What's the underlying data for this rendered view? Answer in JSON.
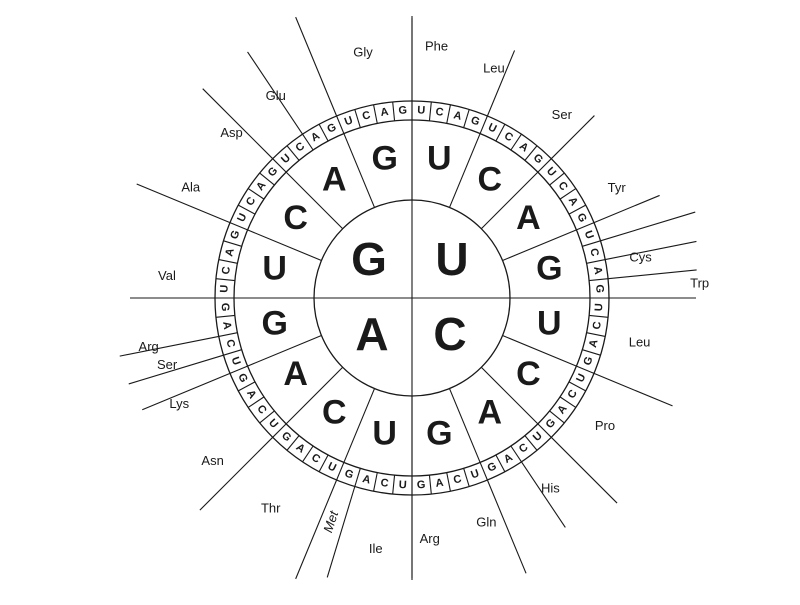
{
  "inner_ring": {
    "top_left": "G",
    "top_right": "U",
    "bottom_left": "A",
    "bottom_right": "C"
  },
  "middle_ring_clockwise_from_top": [
    "U",
    "C",
    "A",
    "G",
    "U",
    "C",
    "A",
    "G",
    "U",
    "C",
    "A",
    "G",
    "U",
    "C",
    "A",
    "G"
  ],
  "outer_ring_clockwise_from_top": [
    "U",
    "C",
    "A",
    "G",
    "U",
    "C",
    "A",
    "G",
    "U",
    "C",
    "A",
    "G",
    "U",
    "C",
    "A",
    "G",
    "U",
    "C",
    "A",
    "G",
    "U",
    "C",
    "A",
    "G",
    "U",
    "C",
    "A",
    "G",
    "U",
    "C",
    "A",
    "G",
    "U",
    "C",
    "A",
    "G",
    "U",
    "C",
    "A",
    "G",
    "U",
    "C",
    "A",
    "G",
    "U",
    "C",
    "A",
    "G",
    "U",
    "C",
    "A",
    "G",
    "U",
    "C",
    "A",
    "G",
    "U",
    "C",
    "A",
    "G",
    "U",
    "C",
    "A",
    "G"
  ],
  "amino_acids": [
    {
      "name": "Phe",
      "italic": false
    },
    {
      "name": "Leu",
      "italic": false
    },
    {
      "name": "Ser",
      "italic": false
    },
    {
      "name": "Tyr",
      "italic": false
    },
    {
      "name": "Cys",
      "italic": false
    },
    {
      "name": "Trp",
      "italic": false
    },
    {
      "name": "Leu",
      "italic": false
    },
    {
      "name": "Pro",
      "italic": false
    },
    {
      "name": "His",
      "italic": false
    },
    {
      "name": "Gln",
      "italic": false
    },
    {
      "name": "Arg",
      "italic": false
    },
    {
      "name": "Ile",
      "italic": false
    },
    {
      "name": "Met",
      "italic": true
    },
    {
      "name": "Thr",
      "italic": false
    },
    {
      "name": "Asn",
      "italic": false
    },
    {
      "name": "Lys",
      "italic": false
    },
    {
      "name": "Ser",
      "italic": false
    },
    {
      "name": "Arg",
      "italic": false
    },
    {
      "name": "Val",
      "italic": false
    },
    {
      "name": "Ala",
      "italic": false
    },
    {
      "name": "Asp",
      "italic": false
    },
    {
      "name": "Glu",
      "italic": false
    },
    {
      "name": "Gly",
      "italic": false
    }
  ]
}
